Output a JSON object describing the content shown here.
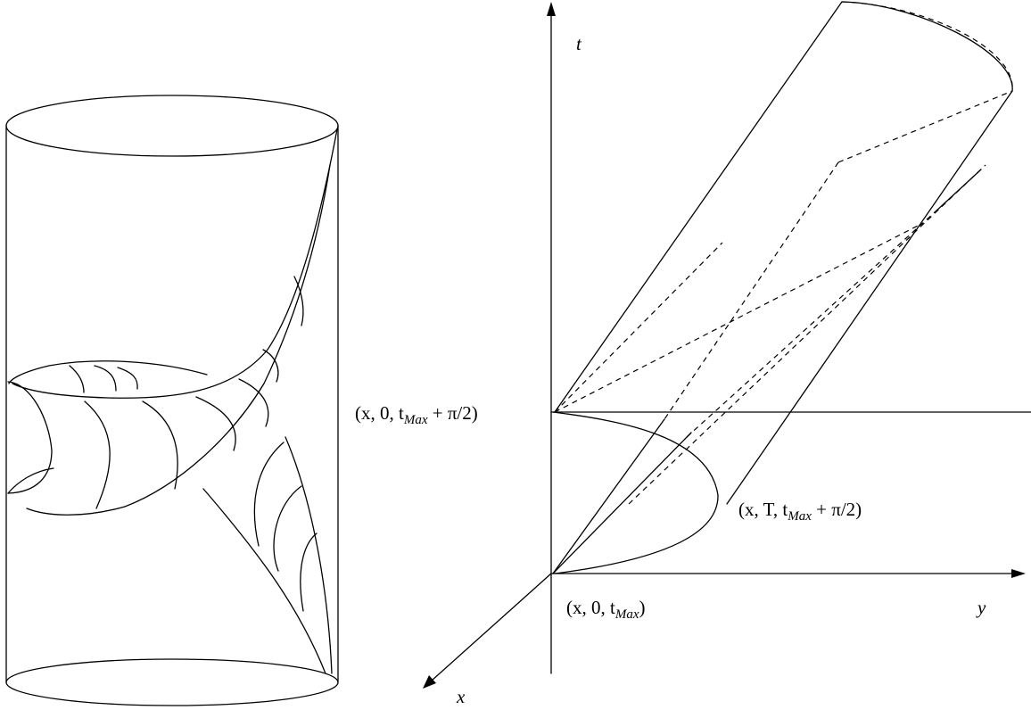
{
  "figure": {
    "left_panel": {},
    "right_panel": {
      "axes": {
        "t_label": "t",
        "y_label": "y",
        "x_label": "x"
      },
      "labels": {
        "top_point": {
          "open": "(x, 0, t",
          "sub": "Max",
          "close": " + π/2)"
        },
        "right_point": {
          "open": "(x, T, t",
          "sub": "Max",
          "close": " + π/2)"
        },
        "origin": {
          "open": "(x, 0, t",
          "sub": "Max",
          "close": ")"
        }
      }
    }
  }
}
